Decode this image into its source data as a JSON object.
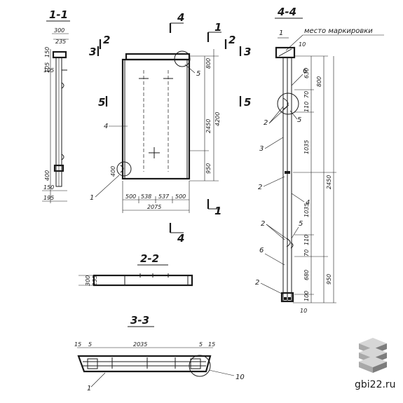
{
  "sections": {
    "s11": "1-1",
    "s22": "2-2",
    "s33": "3-3",
    "s44": "4-4"
  },
  "cut_marks": {
    "m1": "1",
    "m2": "2",
    "m3": "3",
    "m4": "4",
    "m5": "5"
  },
  "dims_11": {
    "top1": "300",
    "top2": "235",
    "d150": "150",
    "d105": "105",
    "d105b": "105",
    "d400": "400",
    "d150b": "150",
    "d195": "195"
  },
  "dims_elev": {
    "h4200": "4200",
    "h2450": "2450",
    "h950": "950",
    "h800": "800",
    "w500a": "500",
    "w538": "538",
    "w537": "537",
    "w500b": "500",
    "w2075": "2075"
  },
  "dims_22": {
    "d300": "300",
    "d235": "235"
  },
  "dims_33": {
    "d15a": "15",
    "d5a": "5",
    "d2035": "2035",
    "d5b": "5",
    "d15b": "15"
  },
  "dims_44": {
    "d10a": "10",
    "d630": "630",
    "d800": "800",
    "d70a": "70",
    "d110a": "110",
    "d1035a": "1035",
    "d2450": "2450",
    "d1035b": "1035",
    "d110b": "110",
    "d70b": "70",
    "d680": "680",
    "d950": "950",
    "d100": "100",
    "d10b": "10"
  },
  "callouts": {
    "marking": "место маркировки",
    "c1": "1",
    "c2": "2",
    "c3": "3",
    "c4": "4",
    "c5": "5",
    "c6": "6",
    "c10": "10"
  },
  "watermark": "gbi22.ru",
  "colors": {
    "ink": "#1a1a1a",
    "paper": "#ffffff",
    "logo_light": "#d6d6d6",
    "logo_mid": "#a9a9a9",
    "logo_dark": "#7d7d7d"
  }
}
